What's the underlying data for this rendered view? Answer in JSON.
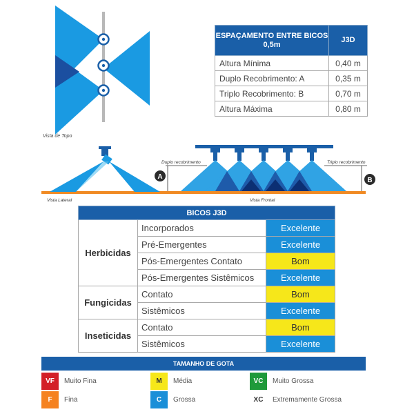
{
  "top_view": {
    "caption": "Vista de Topo"
  },
  "spacing_table": {
    "header_left": "ESPAÇAMENTO ENTRE BICOS 0,5m",
    "header_right": "J3D",
    "rows": [
      {
        "label": "Altura Mínima",
        "value": "0,40 m"
      },
      {
        "label": "Duplo Recobrimento: A",
        "value": "0,35 m"
      },
      {
        "label": "Triplo Recobrimento: B",
        "value": "0,70 m"
      },
      {
        "label": "Altura Máxima",
        "value": "0,80 m"
      }
    ]
  },
  "side_view": {
    "caption": "Vista Lateral"
  },
  "front_view": {
    "caption": "Vista Frontal",
    "label_double": "Duplo recobrimento",
    "label_triple": "Triplo recobrimento",
    "marker_a": "A",
    "marker_b": "B"
  },
  "bicos_table": {
    "title": "BICOS J3D",
    "groups": [
      {
        "name": "Herbicidas",
        "items": [
          {
            "label": "Incorporados",
            "rating": "Excelente"
          },
          {
            "label": "Pré-Emergentes",
            "rating": "Excelente"
          },
          {
            "label": "Pós-Emergentes Contato",
            "rating": "Bom"
          },
          {
            "label": "Pós-Emergentes Sistêmicos",
            "rating": "Excelente"
          }
        ]
      },
      {
        "name": "Fungicidas",
        "items": [
          {
            "label": "Contato",
            "rating": "Bom"
          },
          {
            "label": "Sistêmicos",
            "rating": "Excelente"
          }
        ]
      },
      {
        "name": "Inseticidas",
        "items": [
          {
            "label": "Contato",
            "rating": "Bom"
          },
          {
            "label": "Sistêmicos",
            "rating": "Excelente"
          }
        ]
      }
    ]
  },
  "droplet_size": {
    "title": "TAMANHO DE GOTA",
    "items": [
      {
        "code": "VF",
        "label": "Muito Fina",
        "color": "#d32027",
        "text_color": "#ffffff"
      },
      {
        "code": "M",
        "label": "Média",
        "color": "#f6e71a",
        "text_color": "#333333"
      },
      {
        "code": "VC",
        "label": "Muito Grossa",
        "color": "#1f9a3a",
        "text_color": "#ffffff"
      },
      {
        "code": "F",
        "label": "Fina",
        "color": "#f58220",
        "text_color": "#ffffff"
      },
      {
        "code": "C",
        "label": "Grossa",
        "color": "#1a8fd8",
        "text_color": "#ffffff"
      },
      {
        "code": "XC",
        "label": "Extremamente Grossa",
        "color": "#ffffff",
        "text_color": "#333333"
      }
    ]
  }
}
